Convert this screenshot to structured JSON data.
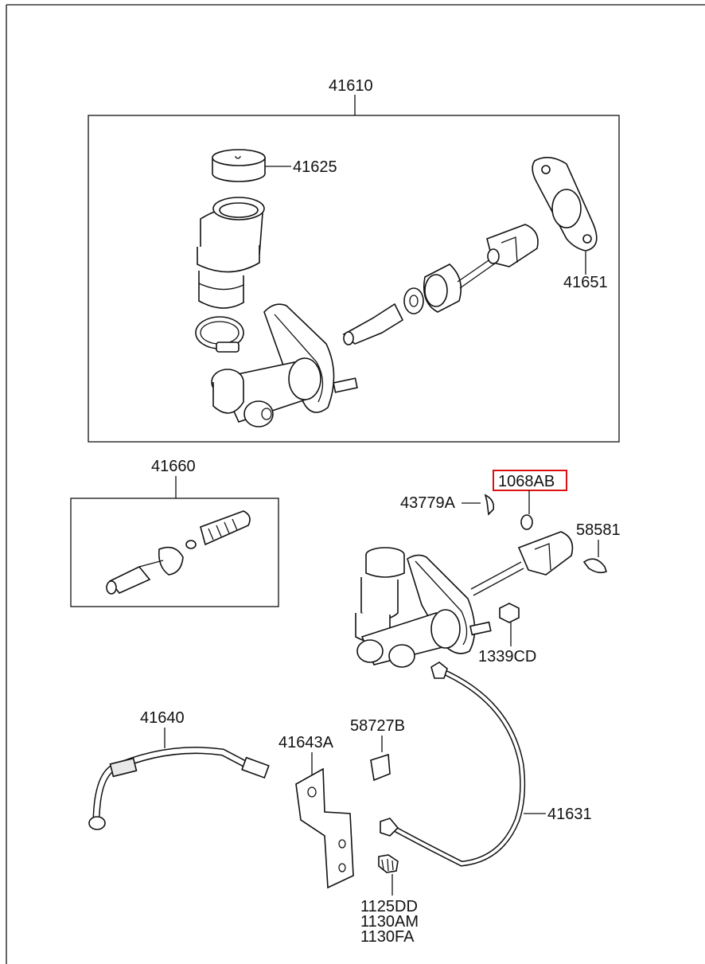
{
  "labels": {
    "p41610": "41610",
    "p41625": "41625",
    "p41651": "41651",
    "p41660": "41660",
    "p1068AB": "1068AB",
    "p43779A": "43779A",
    "p58581": "58581",
    "p1339CD": "1339CD",
    "p41640": "41640",
    "p41643A": "41643A",
    "p58727B": "58727B",
    "p41631": "41631",
    "p1125DD": "1125DD",
    "p1130AM": "1130AM",
    "p1130FA": "1130FA"
  },
  "highlight": {
    "part": "1068AB",
    "color": "#d11111"
  }
}
